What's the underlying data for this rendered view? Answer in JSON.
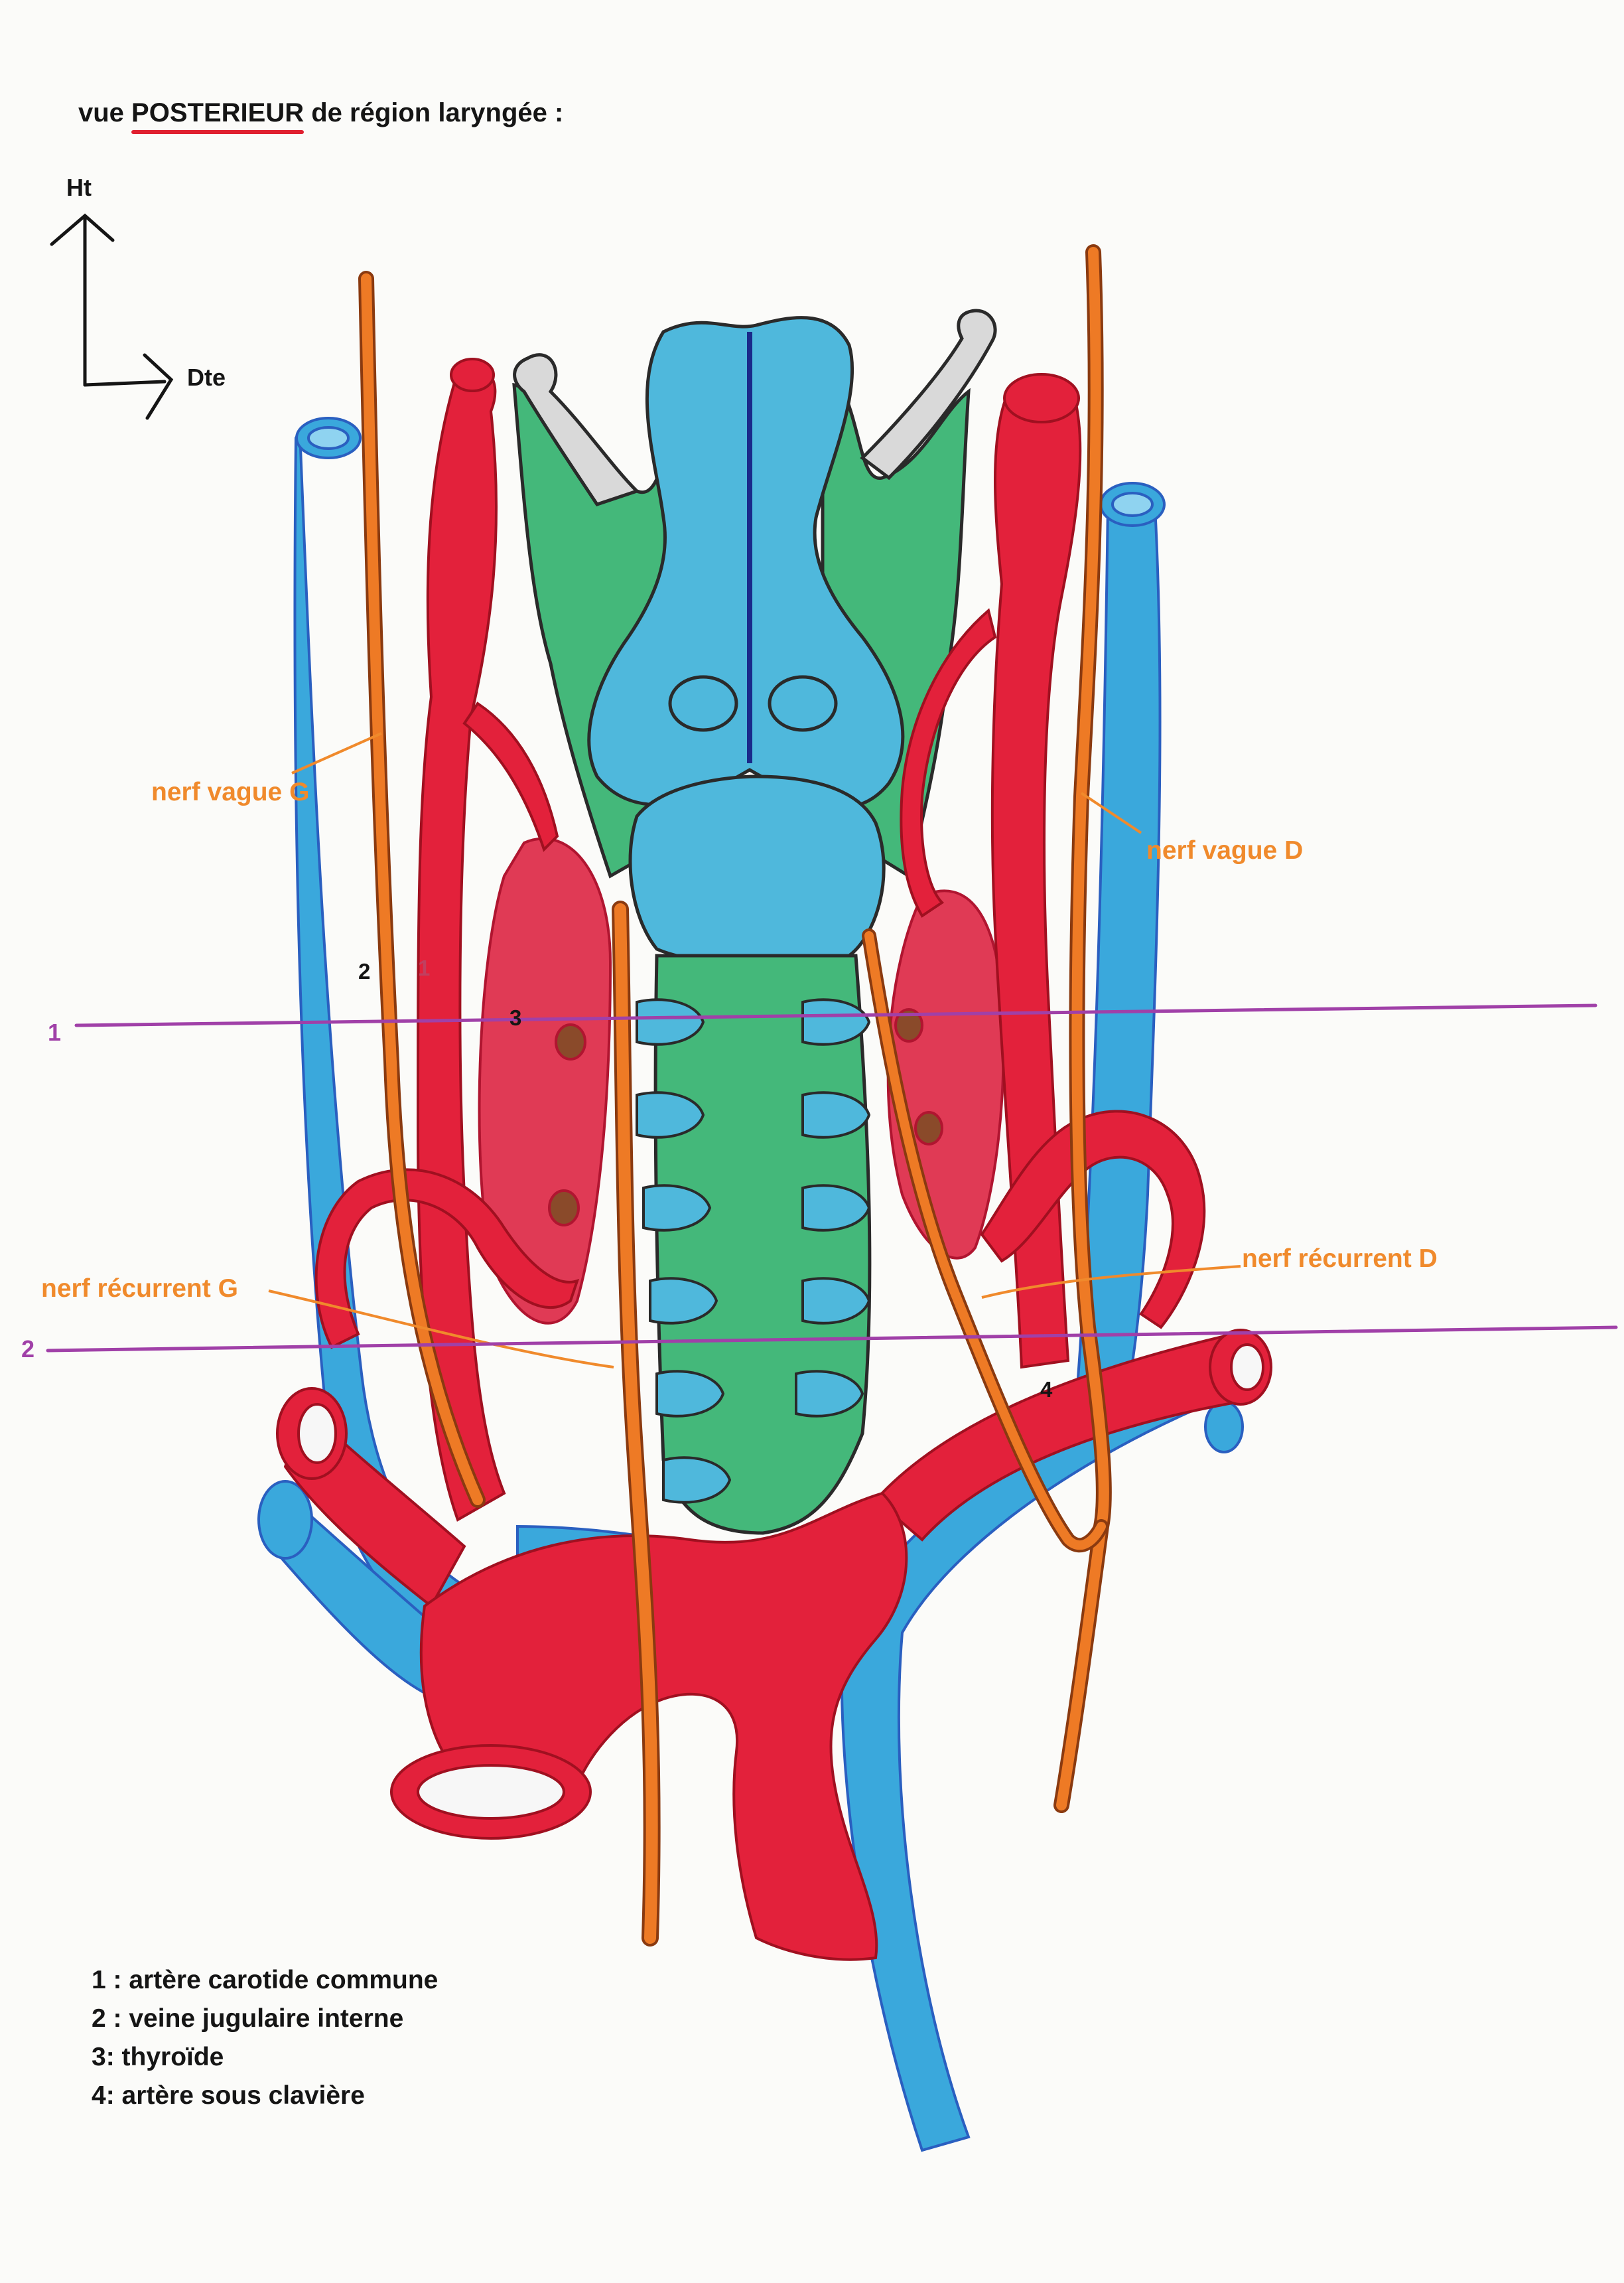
{
  "title": {
    "prefix": "vue ",
    "emphasis": "POSTERIEUR",
    "suffix": " de région laryngée :"
  },
  "orientation": {
    "up": "Ht",
    "right": "Dte"
  },
  "labels": {
    "nerf_vague_g": "nerf vague G",
    "nerf_vague_d": "nerf vague D",
    "nerf_recurrent_g": "nerf récurrent G",
    "nerf_recurrent_d": "nerf récurrent D"
  },
  "cut_lines": {
    "line1": "1",
    "line2": "2"
  },
  "markers": {
    "m1": "1",
    "m2": "2",
    "m3": "3",
    "m4": "4"
  },
  "legend": [
    "1 : artère carotide commune",
    "2 : veine jugulaire interne",
    "3: thyroïde",
    "4: artère sous clavière"
  ],
  "colors": {
    "artery": "#e3213b",
    "vein": "#3aa8dc",
    "nerve": "#ee7a25",
    "cartilage": "#44b87a",
    "mucosa": "#4fb8dc",
    "thyroid": "#e03a55",
    "cut_line": "#a040a8",
    "bone": "#d9d9d9"
  }
}
